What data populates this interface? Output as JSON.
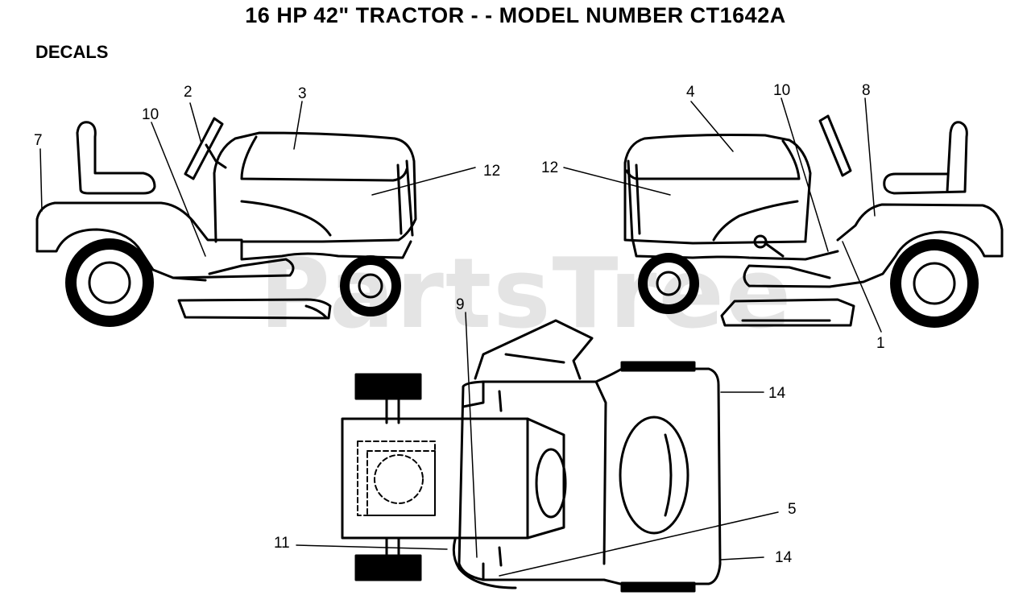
{
  "title": "16 HP 42\" TRACTOR - - MODEL NUMBER CT1642A",
  "section": "DECALS",
  "watermark": "PartsTree",
  "callouts": {
    "c7": "7",
    "c2": "2",
    "c10a": "10",
    "c3": "3",
    "c12a": "12",
    "c4": "4",
    "c10b": "10",
    "c8": "8",
    "c12b": "12",
    "c1": "1",
    "c9": "9",
    "c14a": "14",
    "c5": "5",
    "c11": "11",
    "c14b": "14"
  }
}
